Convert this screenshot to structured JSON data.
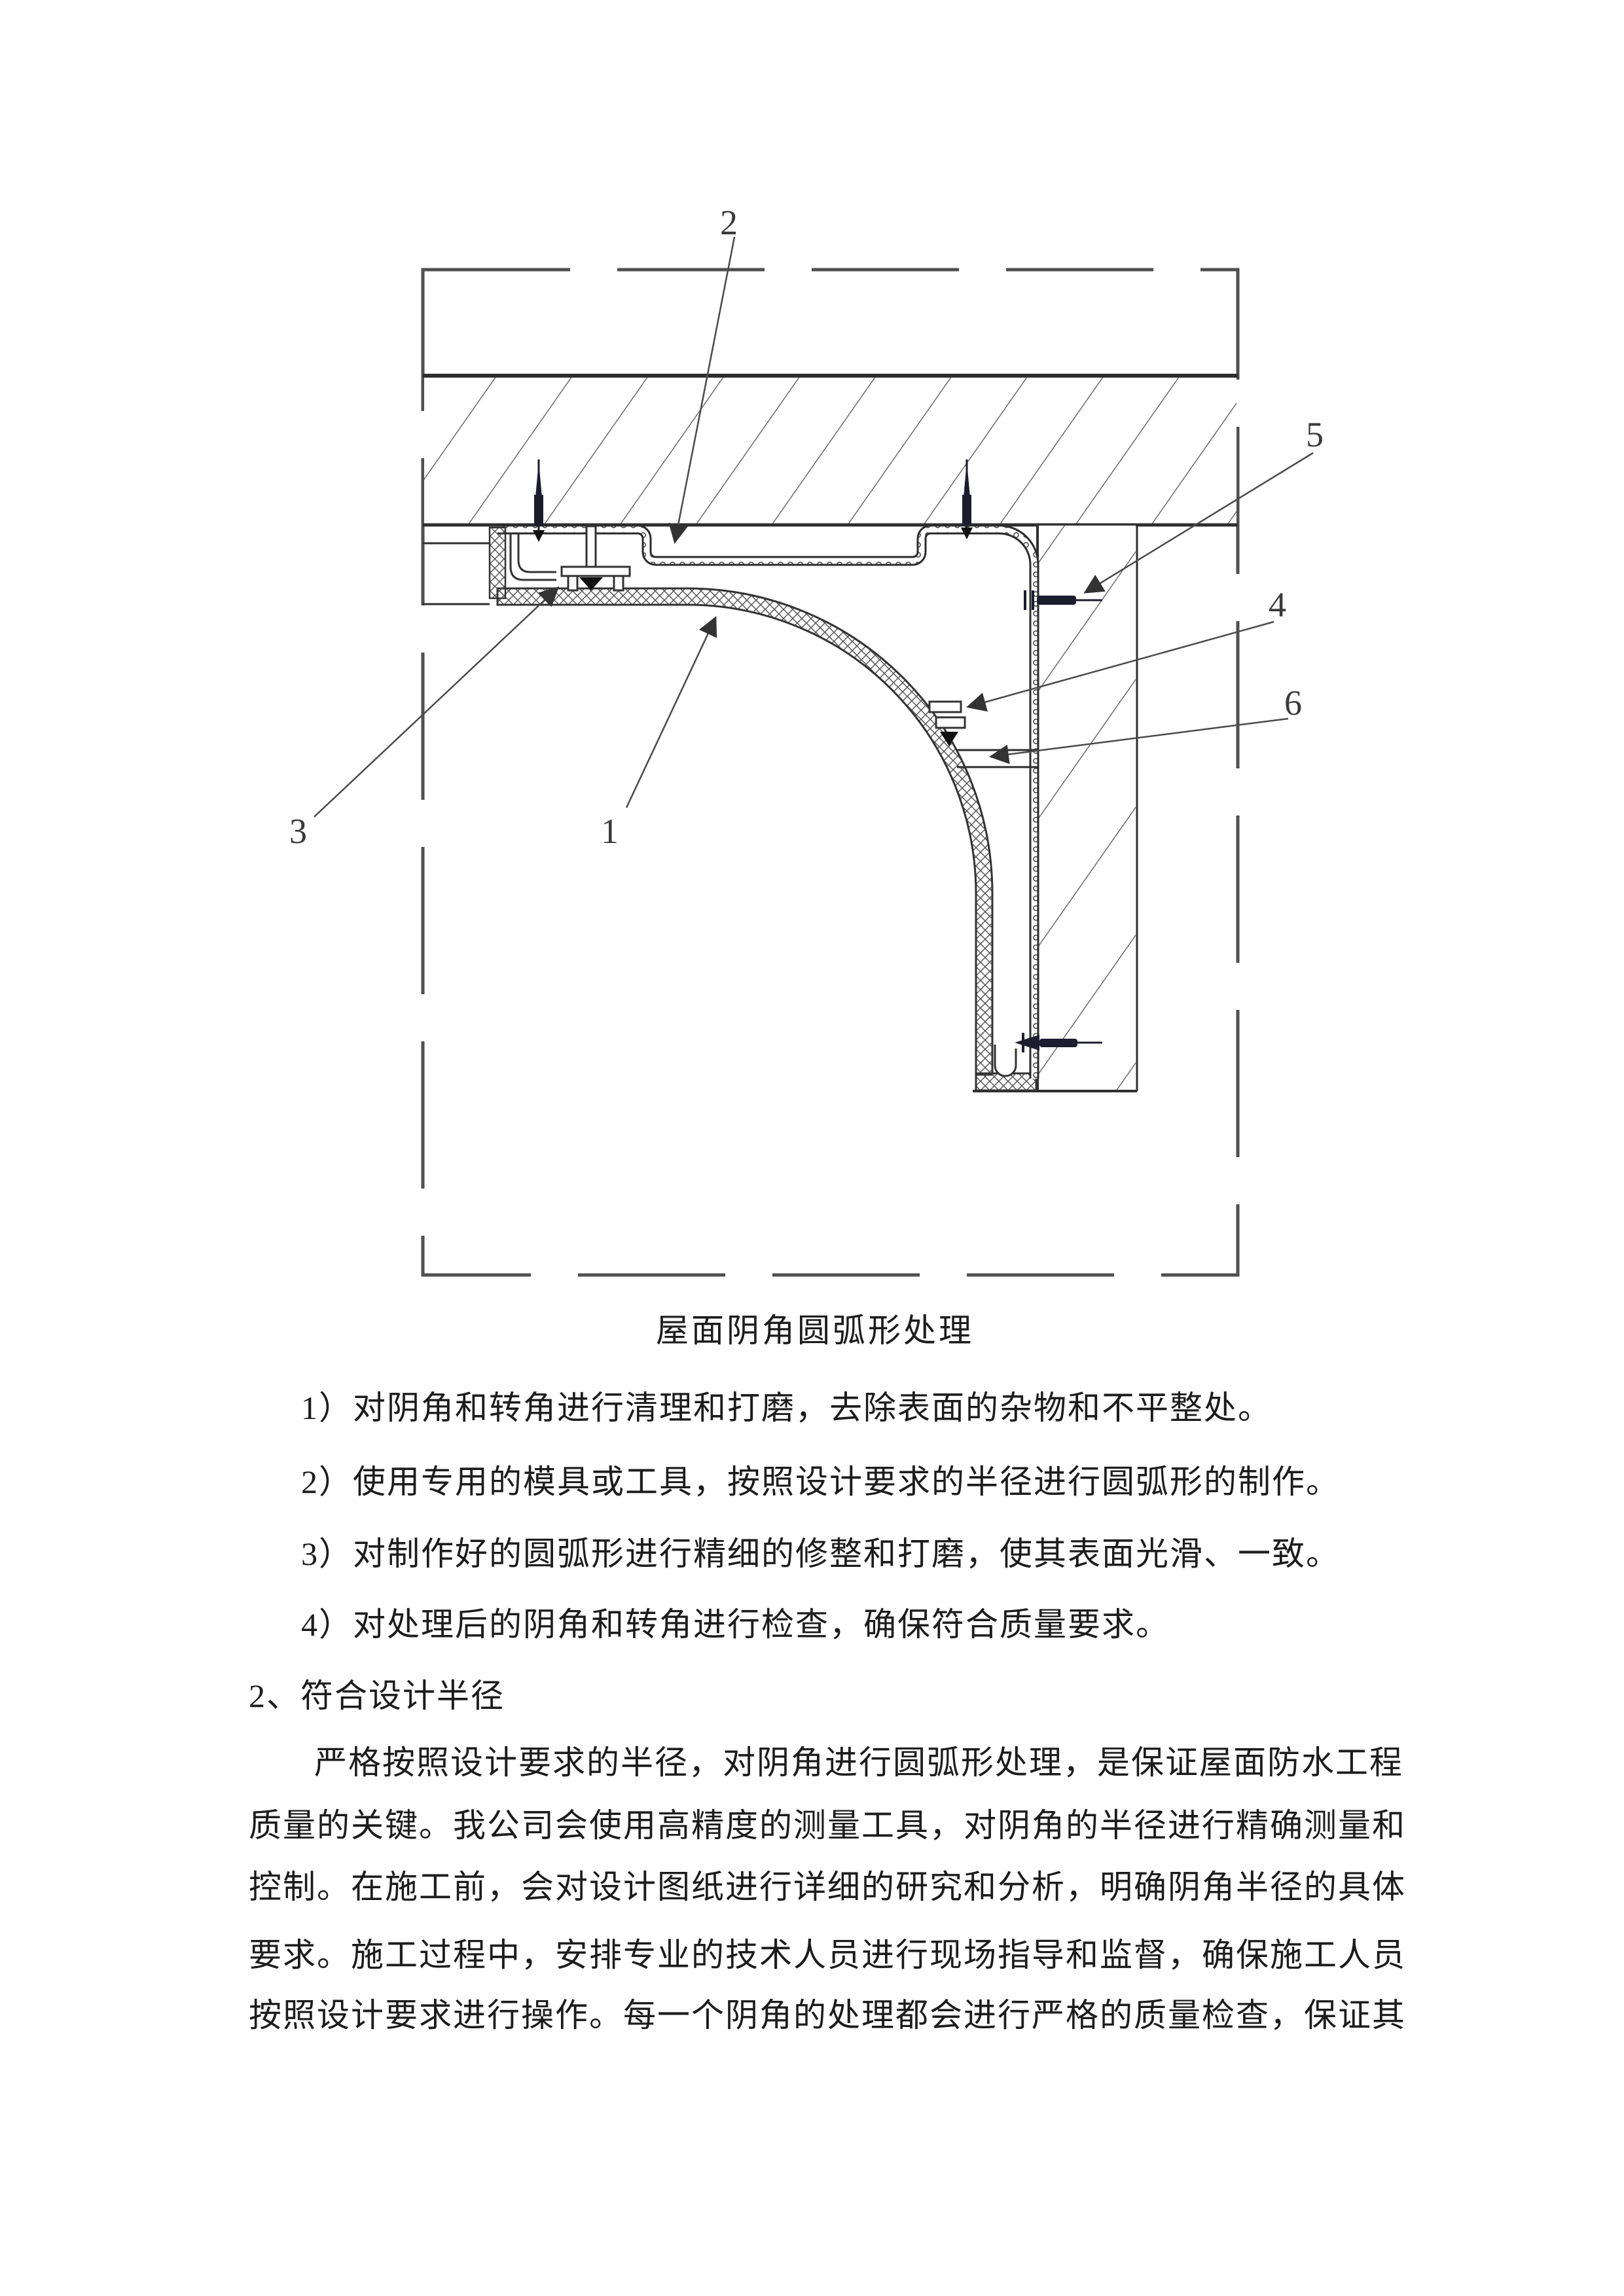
{
  "figure": {
    "caption": "屋面阴角圆弧形处理",
    "callouts": {
      "c1": "1",
      "c2": "2",
      "c3": "3",
      "c4": "4",
      "c5": "5",
      "c6": "6"
    }
  },
  "list": {
    "items": [
      "1）对阴角和转角进行清理和打磨，去除表面的杂物和不平整处。",
      "2）使用专用的模具或工具，按照设计要求的半径进行圆弧形的制作。",
      "3）对制作好的圆弧形进行精细的修整和打磨，使其表面光滑、一致。",
      "4）对处理后的阴角和转角进行检查，确保符合质量要求。"
    ]
  },
  "heading": "2、符合设计半径",
  "paragraph": {
    "lines": [
      "严格按照设计要求的半径，对阴角进行圆弧形处理，是保证屋面防水工程",
      "质量的关键。我公司会使用高精度的测量工具，对阴角的半径进行精确测量和",
      "控制。在施工前，会对设计图纸进行详细的研究和分析，明确阴角半径的具体",
      "要求。施工过程中，安排专业的技术人员进行现场指导和监督，确保施工人员",
      "按照设计要求进行操作。每一个阴角的处理都会进行严格的质量检查，保证其"
    ]
  }
}
